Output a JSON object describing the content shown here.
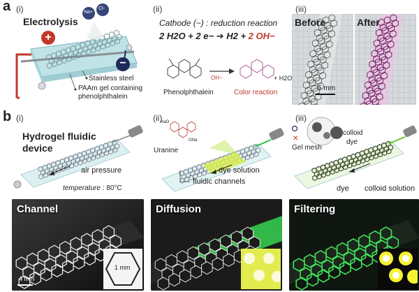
{
  "panel_a": {
    "label": "a",
    "i": {
      "sub": "(i)",
      "title": "Electrolysis",
      "ion_na": "Na+",
      "ion_cl": "Cl-",
      "plus": "+",
      "minus": "−",
      "label_steel": "Stainless steel",
      "label_gel_1": "PAAm gel containing",
      "label_gel_2": "phenolphthalein"
    },
    "ii": {
      "sub": "(ii)",
      "eq_title": "Cathode (−) : reduction reaction",
      "eq_lhs": "2 H2O + 2 e−",
      "eq_arrow": "➔",
      "eq_mid": "H2 +",
      "eq_rhs": "2 OH−",
      "reagent": "OH−",
      "left_label": "Phenolphthalein",
      "right_label": "Color reaction",
      "water": "+ H2O"
    },
    "iii": {
      "sub": "(iii)",
      "before": "Before",
      "after": "After",
      "scale": "5 mm"
    }
  },
  "panel_b": {
    "label": "b",
    "i": {
      "sub": "(i)",
      "title_1": "Hydrogel fluidic",
      "title_2": "device",
      "pressure": "air pressure",
      "temp_label": "temperature",
      "temp_value": ": 80°C"
    },
    "ii": {
      "sub": "(ii)",
      "uranine": "Uranine",
      "nao": "NaO",
      "ona": "ONa",
      "dye_solution": "dye solution",
      "channels": "fluidic channels"
    },
    "iii": {
      "sub": "(iii)",
      "colloid": "colloid",
      "dye": "dye",
      "gel_mesh": "Gel mesh",
      "x_mark": "✕",
      "dye_label": "dye",
      "colloid_solution": "colloid solution"
    },
    "photos": {
      "channel": "Channel",
      "diffusion": "Diffusion",
      "filtering": "Filtering",
      "inset_scale": "1 mm",
      "scale": "4 mm"
    }
  },
  "colors": {
    "gel": "#bfe3e6",
    "red": "#c0392b",
    "navy": "#1f2a5a",
    "magenta": "#a24c8f",
    "green": "#2fd24a",
    "yellow_green": "#d7ef3a"
  }
}
